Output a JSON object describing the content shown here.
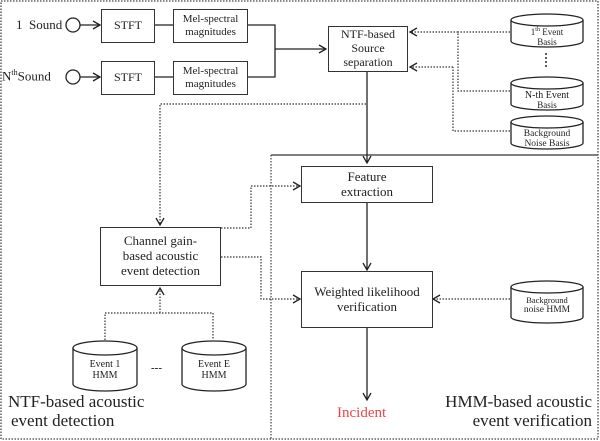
{
  "inputs": [
    {
      "label_main": "1",
      "label_sup": "",
      "label_tail": "Sound"
    },
    {
      "label_main": "N",
      "label_sup": "th",
      "label_tail": "Sound"
    }
  ],
  "blocks": {
    "stft": "STFT",
    "mel_line1": "Mel-spectral",
    "mel_line2": "magnitudes",
    "ntf_line1": "NTF-based",
    "ntf_line2": "Source",
    "ntf_line3": "separation",
    "feature_line1": "Feature",
    "feature_line2": "extraction",
    "channel_line1": "Channel gain-",
    "channel_line2": "based acoustic",
    "channel_line3": "event detection",
    "weighted_line1": "Weighted likelihood",
    "weighted_line2": "verification"
  },
  "databases": {
    "event1_basis_sup": "th",
    "event1_basis_line1_pre": "1",
    "event1_basis_line1_post": " Event",
    "event1_basis_line2": "Basis",
    "eventN_basis_line1": "N-th Event",
    "eventN_basis_line2": "Basis",
    "bg_noise_basis_line1": "Background",
    "bg_noise_basis_line2": "Noise Basis",
    "bg_noise_hmm_line1": "Background",
    "bg_noise_hmm_line2": "noise HMM",
    "event1_hmm_line1": "Event 1",
    "event1_hmm_line2": "HMM",
    "eventE_hmm_line1": "Event E",
    "eventE_hmm_line2": "HMM",
    "ellipsis": "---"
  },
  "regions": {
    "ntf_line1": "NTF-based acoustic",
    "ntf_line2": "event detection",
    "hmm_line1": "HMM-based acoustic",
    "hmm_line2": "event verification"
  },
  "output": {
    "label": "Incident",
    "color": "#e8474a"
  }
}
